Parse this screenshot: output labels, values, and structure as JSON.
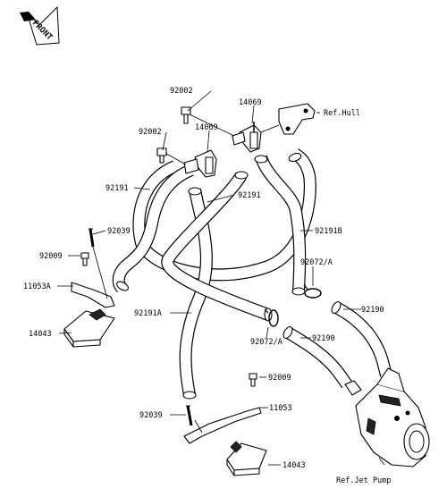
{
  "front_arrow": {
    "label": "FRONT"
  },
  "labels": {
    "p92002_top": "92002",
    "p14069_top": "14069",
    "ref_hull": "Ref.Hull",
    "p92002_mid": "92002",
    "p14069_mid": "14069",
    "p92191_left": "92191",
    "p92191_center": "92191",
    "p92191b": "92191B",
    "p92039_top": "92039",
    "p92009_top": "92009",
    "p11053a": "11053A",
    "p92072a_right": "92072/A",
    "p14043_top": "14043",
    "p92191a": "92191A",
    "p92190_right": "92190",
    "p92072a_lower": "92072/A",
    "p92190_center": "92190",
    "p92009_bottom": "92009",
    "p11053": "11053",
    "p92039_bottom": "92039",
    "p14043_bottom": "14043",
    "ref_jet_pump": "Ref.Jet Pump"
  }
}
